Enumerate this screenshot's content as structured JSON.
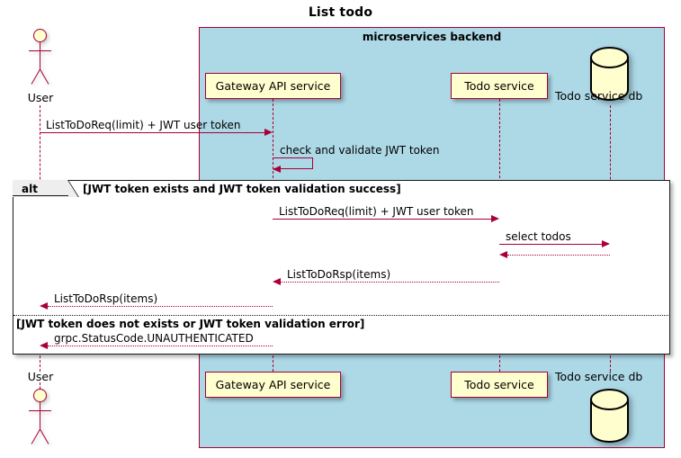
{
  "diagram": {
    "title": "List todo",
    "type": "uml-sequence-diagram",
    "colors": {
      "group_fill": "#ADD8E6",
      "participant_fill": "#FEFECE",
      "line": "#A80036",
      "frame": "#1A1A1A"
    }
  },
  "group": {
    "label": "microservices backend"
  },
  "participants": [
    {
      "id": "user",
      "label": "User",
      "kind": "actor"
    },
    {
      "id": "gateway",
      "label": "Gateway API service",
      "kind": "participant"
    },
    {
      "id": "todo",
      "label": "Todo service",
      "kind": "participant"
    },
    {
      "id": "db",
      "label": "Todo service db",
      "kind": "database"
    }
  ],
  "messages": [
    {
      "id": "m1",
      "from": "user",
      "to": "gateway",
      "label": "ListToDoReq(limit) + JWT user token",
      "style": "solid"
    },
    {
      "id": "m2",
      "from": "gateway",
      "to": "gateway",
      "label": "check and validate JWT token",
      "style": "solid"
    },
    {
      "id": "m3",
      "from": "gateway",
      "to": "todo",
      "label": "ListToDoReq(limit) + JWT user token",
      "style": "solid"
    },
    {
      "id": "m4",
      "from": "todo",
      "to": "db",
      "label": "select todos",
      "style": "solid"
    },
    {
      "id": "m5",
      "from": "db",
      "to": "todo",
      "label": "",
      "style": "dotted"
    },
    {
      "id": "m6",
      "from": "todo",
      "to": "gateway",
      "label": "ListToDoRsp(items)",
      "style": "dotted"
    },
    {
      "id": "m7",
      "from": "gateway",
      "to": "user",
      "label": "ListToDoRsp(items)",
      "style": "dotted"
    },
    {
      "id": "m8",
      "from": "gateway",
      "to": "user",
      "label": "grpc.StatusCode.UNAUTHENTICATED",
      "style": "dotted"
    }
  ],
  "alt_fragment": {
    "operator": "alt",
    "branches": [
      {
        "condition": "[JWT token exists and JWT token validation success]"
      },
      {
        "condition": "[JWT token does not exists or JWT token validation error]"
      }
    ]
  }
}
